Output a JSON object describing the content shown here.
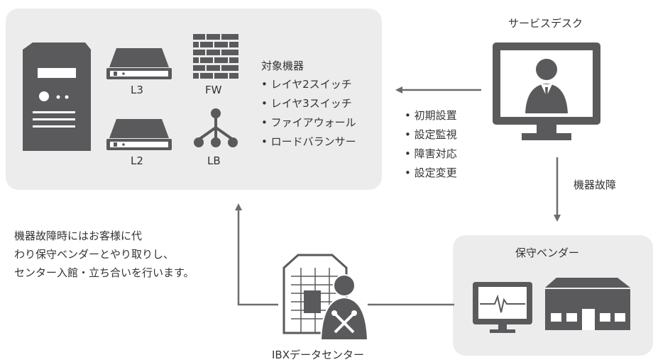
{
  "target_panel": {
    "devices": [
      {
        "label": "L3"
      },
      {
        "label": "FW"
      },
      {
        "label": "L2"
      },
      {
        "label": "LB"
      }
    ],
    "heading": "対象機器",
    "items": [
      "レイヤ2スイッチ",
      "レイヤ3スイッチ",
      "ファイアウォール",
      "ロードバランサー"
    ]
  },
  "service_desk": {
    "title": "サービスデスク",
    "tasks": [
      "初期設置",
      "設定監視",
      "障害対応",
      "設定変更"
    ]
  },
  "fault_label": "機器故障",
  "vendor": {
    "title": "保守ベンダー"
  },
  "datacenter": {
    "label": "IBXデータセンター"
  },
  "note": {
    "lines": [
      "機器故障時にはお客様に代",
      "わり保守ベンダーとやり取りし、",
      "センター入館・立ち合いを行います。"
    ]
  },
  "colors": {
    "icon": "#5a5a5c",
    "panel": "#ececec",
    "arrow": "#6d6d6d"
  }
}
